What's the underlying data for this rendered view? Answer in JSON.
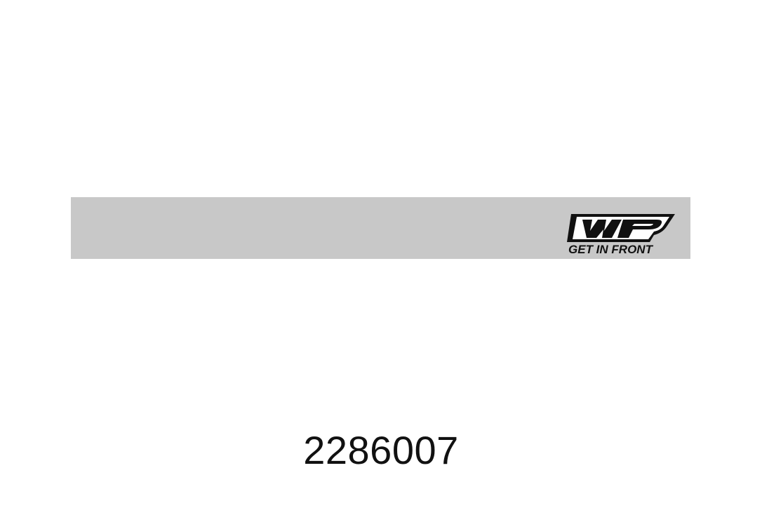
{
  "sticker": {
    "background_color": "#c8c8c8",
    "logo": {
      "icon": "wp-logo-icon",
      "brand_text": "WP",
      "tagline": "GET IN FRONT"
    }
  },
  "part_number": "2286007"
}
